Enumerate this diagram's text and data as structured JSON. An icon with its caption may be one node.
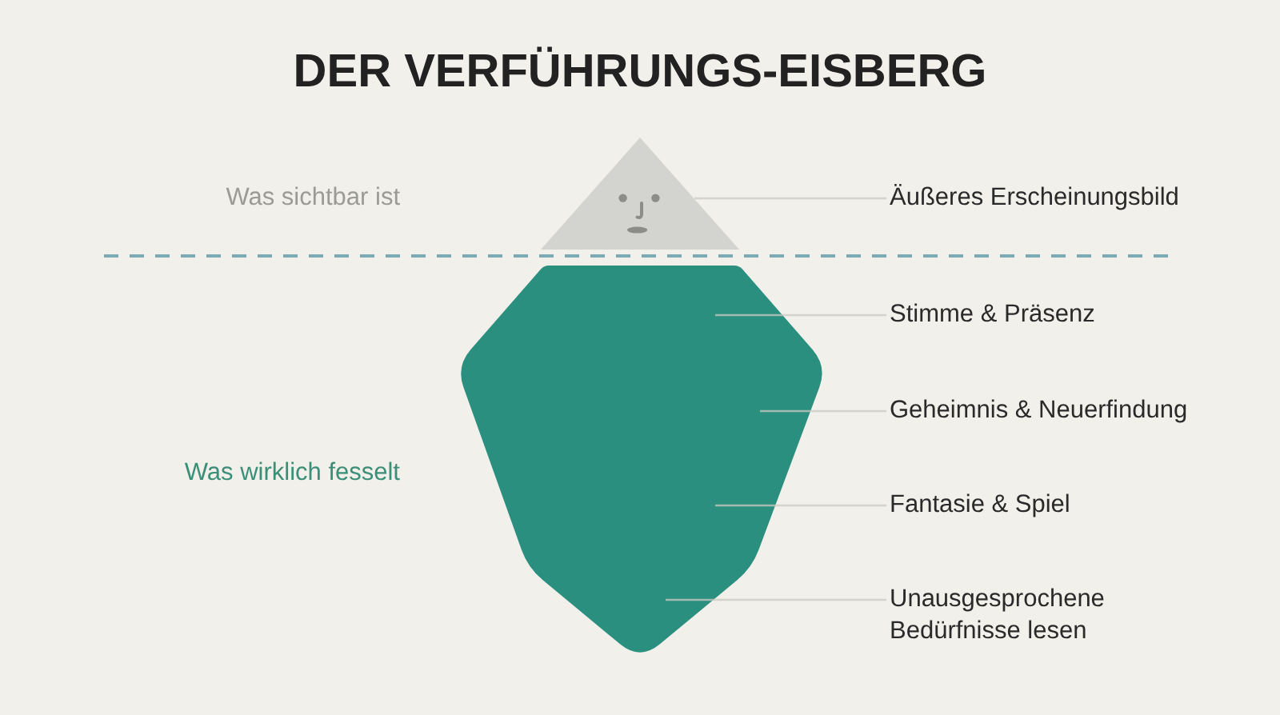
{
  "diagram": {
    "title": "DER VERFÜHRUNGS-EISBERG",
    "nodes": [
      {
        "text": [],
        "shape": "triangle"
      },
      {
        "text": [
          "Äußeres Erscheinungsbild"
        ]
      },
      {
        "text": [],
        "shape": "polygon"
      },
      {
        "text": [
          "Stimme & Präsenz"
        ]
      },
      {
        "text": [
          "Geheimnis & Neuerfindung"
        ]
      },
      {
        "text": [
          "Fantasie & Spiel"
        ]
      },
      {
        "text": [
          "Unausgesprochene Bedürfnisse lesen"
        ]
      }
    ],
    "edges": [
      {
        "from": 1,
        "to": 0,
        "arrow": "none"
      },
      {
        "from": 3,
        "to": 2,
        "arrow": "none"
      },
      {
        "from": 4,
        "to": 2,
        "arrow": "none"
      },
      {
        "from": 5,
        "to": 2,
        "arrow": "none"
      },
      {
        "from": 6,
        "to": 2,
        "arrow": "none"
      }
    ],
    "labels": [
      "Was sichtbar ist",
      "Was wirklich fesselt"
    ]
  }
}
